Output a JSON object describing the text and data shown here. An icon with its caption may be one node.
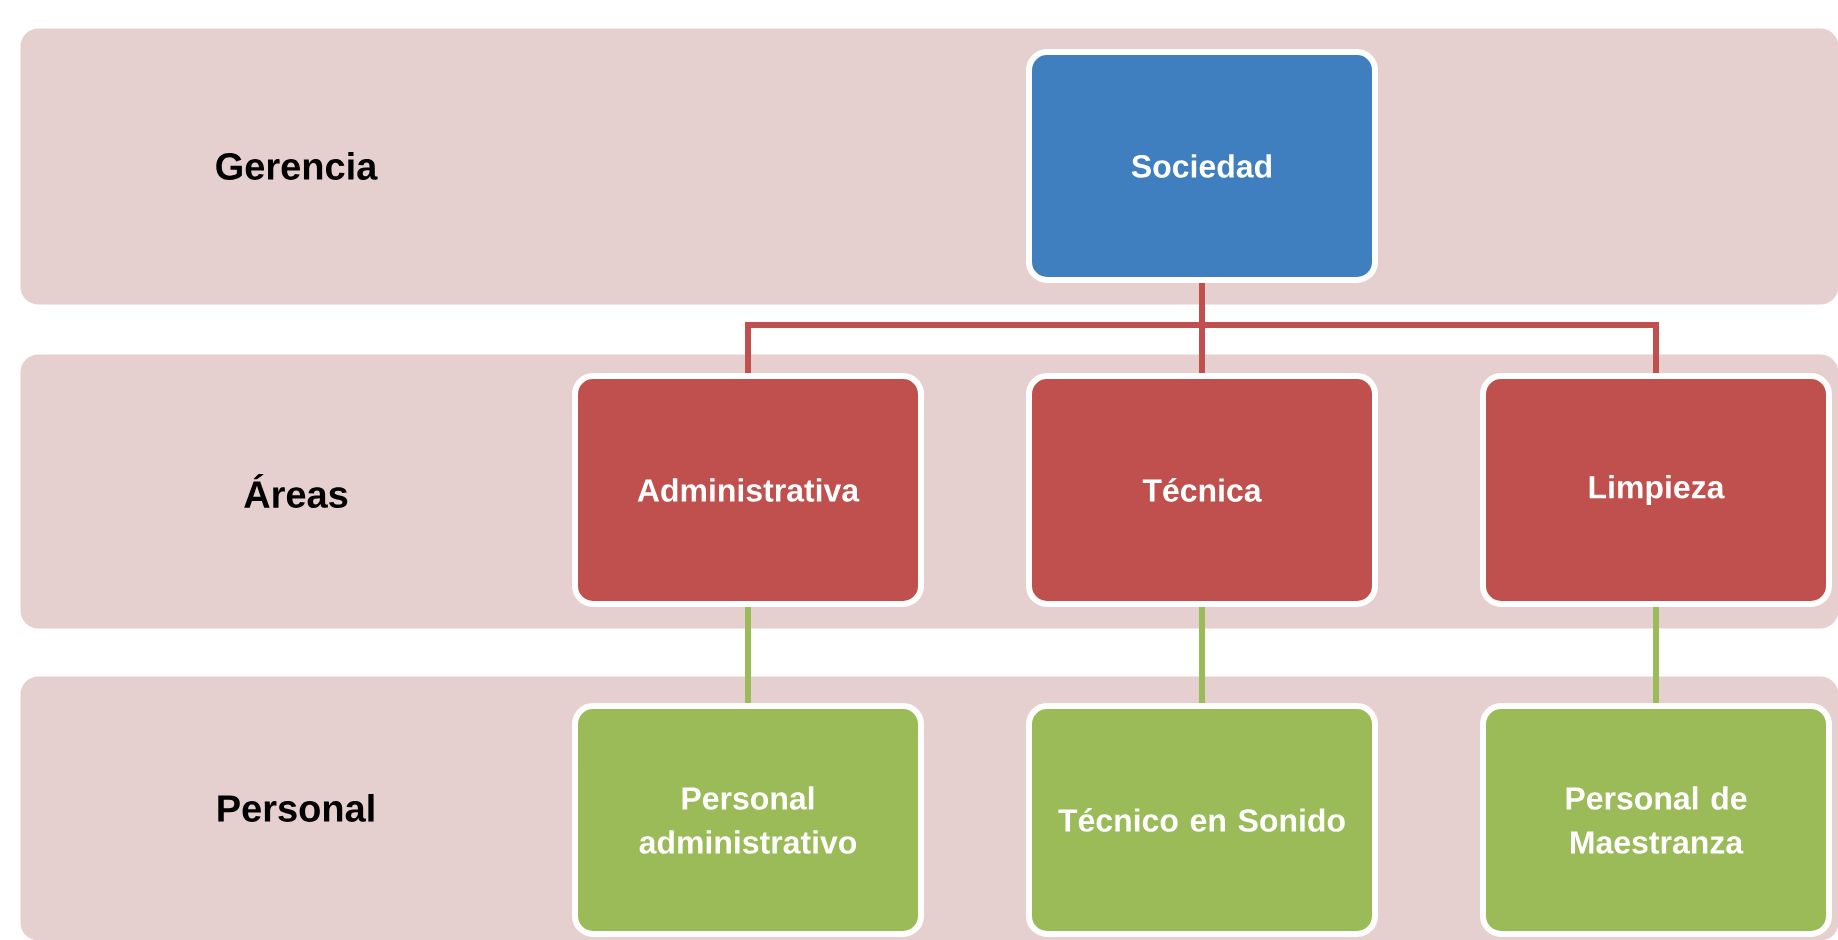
{
  "diagram": {
    "nodes": [
      {
        "text": [
          "Gerencia"
        ]
      },
      {
        "text": [
          "Sociedad"
        ],
        "in": 0
      },
      {
        "text": [
          "Áreas"
        ]
      },
      {
        "text": [
          "Administrativa"
        ],
        "in": 2
      },
      {
        "text": [
          "Técnica"
        ],
        "in": 2
      },
      {
        "text": [
          "Limpieza"
        ],
        "in": 2
      },
      {
        "text": [
          "Personal"
        ]
      },
      {
        "text": [
          "Personal administrativo"
        ],
        "in": 6
      },
      {
        "text": [
          "Técnico en Sonido"
        ],
        "in": 6
      },
      {
        "text": [
          "Personal de Maestranza"
        ],
        "in": 6
      }
    ],
    "edges": [
      {
        "from": 1,
        "to": 3,
        "arrow": "none",
        "color": "#c0504d"
      },
      {
        "from": 1,
        "to": 4,
        "arrow": "none",
        "color": "#c0504d"
      },
      {
        "from": 1,
        "to": 5,
        "arrow": "none",
        "color": "#c0504d"
      },
      {
        "from": 3,
        "to": 7,
        "arrow": "none",
        "color": "#9bbb59"
      },
      {
        "from": 4,
        "to": 8,
        "arrow": "none",
        "color": "#9bbb59"
      },
      {
        "from": 5,
        "to": 9,
        "arrow": "none",
        "color": "#9bbb59"
      }
    ]
  }
}
